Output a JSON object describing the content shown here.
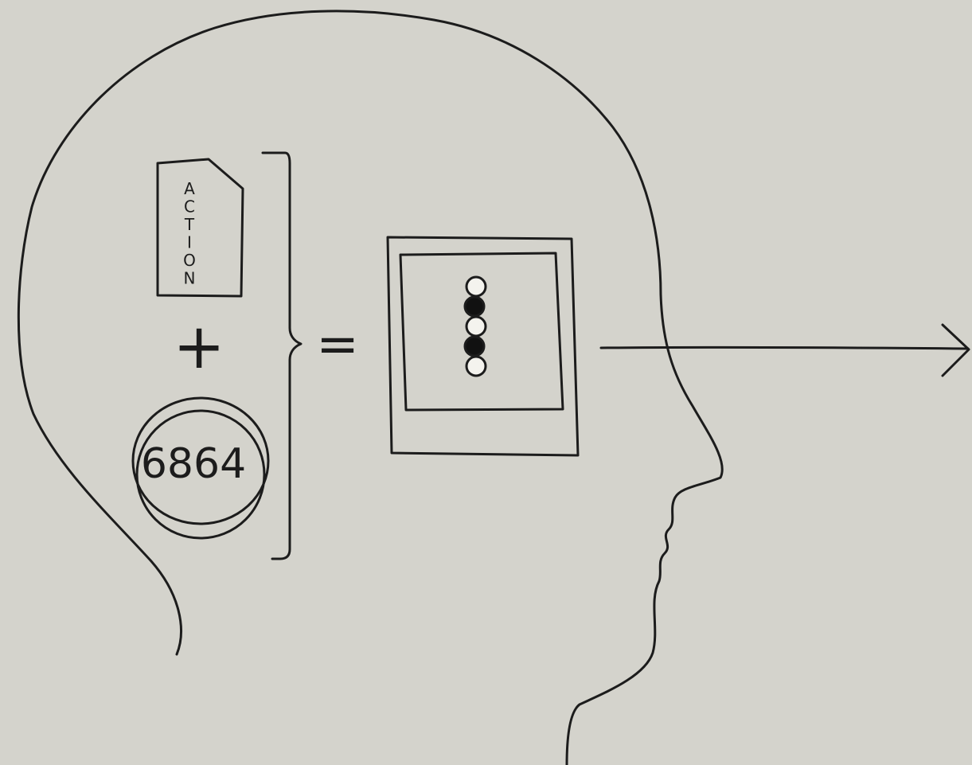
{
  "diagram": {
    "card_letters": [
      "A",
      "C",
      "T",
      "I",
      "O",
      "N"
    ],
    "plus_symbol": "+",
    "equals_symbol": "=",
    "coin_value": "6864",
    "pattern_dots": [
      "empty",
      "filled",
      "empty",
      "filled",
      "empty"
    ],
    "colors": {
      "ink": "#1c1c1c",
      "paper": "#d4d3cc",
      "dot_filled": "#111111",
      "dot_empty": "#f4f3ee"
    }
  }
}
